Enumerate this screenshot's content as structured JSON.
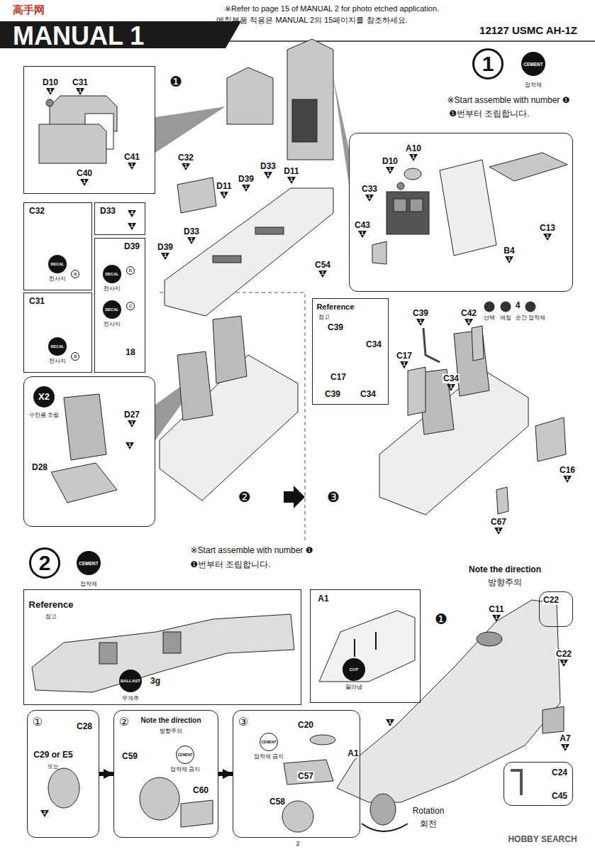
{
  "diagram": {
    "title": "MANUAL 1",
    "nodes": [
      {
        "text": [
          "D10",
          "1",
          "C31",
          "1",
          "C41",
          "1",
          "C40",
          "1"
        ]
      },
      {
        "text": [
          "1"
        ]
      },
      {
        "text": [
          "CEMENT",
          "접착제"
        ]
      },
      {
        "text": [
          "C32",
          "DECAL",
          "전사지",
          "a"
        ]
      },
      {
        "text": [
          "D33",
          "4",
          "1"
        ]
      },
      {
        "text": [
          "D39",
          "DECAL",
          "전사지",
          "b",
          "DECAL",
          "전사지",
          "c",
          "18"
        ]
      },
      {
        "text": [
          "A10",
          "1",
          "D10",
          "1",
          "C33",
          "1",
          "C43",
          "1",
          "C13",
          "1",
          "B4",
          "1"
        ]
      },
      {
        "text": [
          "C31",
          "DECAL",
          "전사지",
          "a"
        ]
      },
      {
        "text": [
          "Reference",
          "참고",
          "C39",
          "C34",
          "C17",
          "C39",
          "C34"
        ]
      },
      {
        "text": [
          "X2",
          "수만큼 조립",
          "D27",
          "1",
          "D28"
        ]
      },
      {
        "text": [
          "2"
        ]
      },
      {
        "text": [
          "CEMENT",
          "접착제"
        ]
      },
      {
        "text": [
          "C22"
        ]
      },
      {
        "text": [
          "Reference",
          "참고",
          "BALLAST",
          "무게추",
          "3g"
        ]
      },
      {
        "text": [
          "A1",
          "CUT",
          "잘라냄"
        ]
      },
      {
        "text": [
          "①",
          "C28",
          "C29 or E5",
          "또는",
          "2"
        ]
      },
      {
        "text": [
          "②",
          "Note the direction",
          "방향주의",
          "C59",
          "CEMENT",
          "접착제 금지",
          "C60"
        ]
      },
      {
        "text": [
          "③",
          "C20",
          "CEMENT",
          "접착제 금지",
          "C57",
          "C58"
        ]
      },
      {
        "text": [
          "C24",
          "C45"
        ]
      }
    ],
    "edges": [
      {
        "from": 15,
        "to": 16,
        "arrow": "to"
      },
      {
        "from": 16,
        "to": 17,
        "arrow": "to"
      }
    ],
    "labels": [
      "高手网",
      "※Refer to page 15 of MANUAL 2 for photo etched application.",
      "에칭부품 적용은 MANUAL 2의 15페이지를 참조하세요.",
      "12127 USMC AH-1Z",
      "※Start assemble with number ❶",
      "❶번부터 조립합니다.",
      "❶",
      "C32",
      "1",
      "D11",
      "1",
      "D39",
      "1",
      "D33",
      "1",
      "D11",
      "1",
      "D33",
      "1",
      "D39",
      "1",
      "C54",
      "1",
      "1",
      "❷",
      "❸",
      "C39",
      "1",
      "C42",
      "1",
      "4",
      "선택",
      "에칭",
      "순간 접착제",
      "C17",
      "1",
      "C34",
      "1",
      "C16",
      "1",
      "C67",
      "1",
      "※Start assemble with number ❶",
      "❶번부터 조립합니다.",
      "Note the direction",
      "방향주의",
      "❶",
      "C11",
      "1",
      "C22",
      "1",
      "A7",
      "1",
      "1",
      "A1",
      "Rotation",
      "회전",
      "2",
      "HOBBY SEARCH"
    ]
  }
}
